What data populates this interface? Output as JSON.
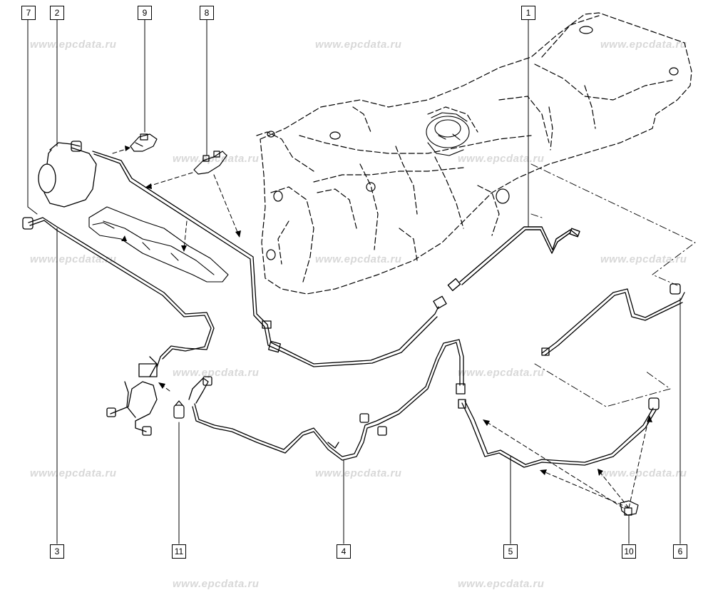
{
  "callouts": [
    "1",
    "2",
    "3",
    "4",
    "5",
    "6",
    "7",
    "8",
    "9",
    "10",
    "11"
  ],
  "watermark": "www.epcdata.ru",
  "colors": {
    "line": "#000000",
    "watermark": "#d8d8d8",
    "background": "#ffffff"
  }
}
